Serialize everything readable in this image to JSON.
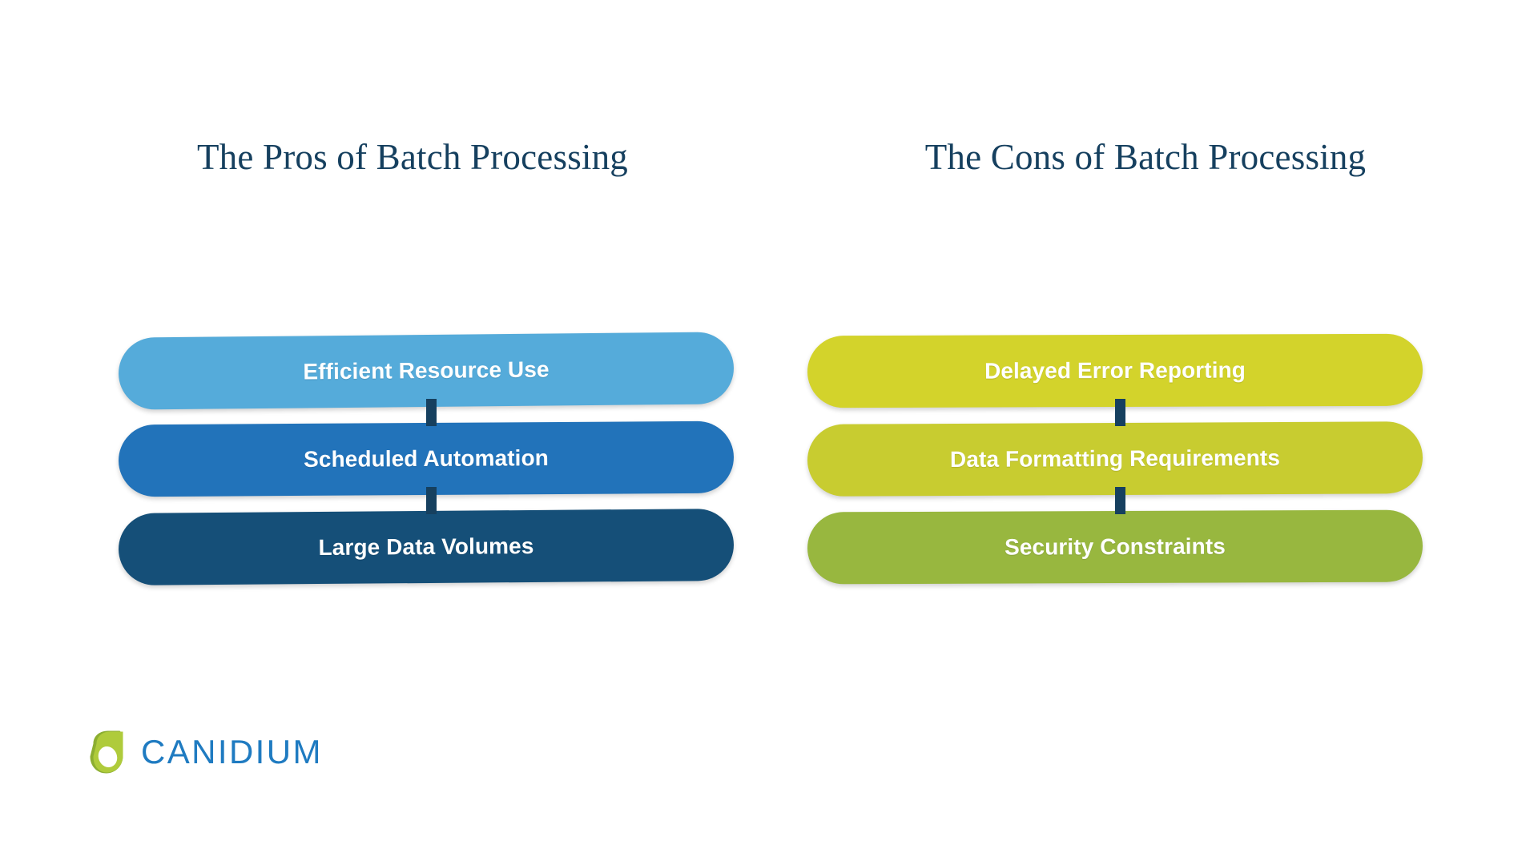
{
  "slide": {
    "background": "#ffffff",
    "title_color": "#16405f",
    "connector_color": "#16405f"
  },
  "columns": [
    {
      "id": "pros",
      "title": "The Pros of Batch Processing",
      "items": [
        {
          "label": "Efficient Resource Use",
          "color": "#55ABDA"
        },
        {
          "label": "Scheduled Automation",
          "color": "#2273BA"
        },
        {
          "label": "Large Data Volumes",
          "color": "#154F78"
        }
      ]
    },
    {
      "id": "cons",
      "title": "The Cons of Batch Processing",
      "items": [
        {
          "label": "Delayed Error Reporting",
          "color": "#D3D32B"
        },
        {
          "label": "Data Formatting Requirements",
          "color": "#C8CC30"
        },
        {
          "label": "Security Constraints",
          "color": "#98B73F"
        }
      ]
    }
  ],
  "logo": {
    "wordmark": "CANIDIUM",
    "mark_color_light": "#AFCB3B",
    "mark_color_dark": "#8CAE31",
    "word_color": "#1f7bc1"
  }
}
